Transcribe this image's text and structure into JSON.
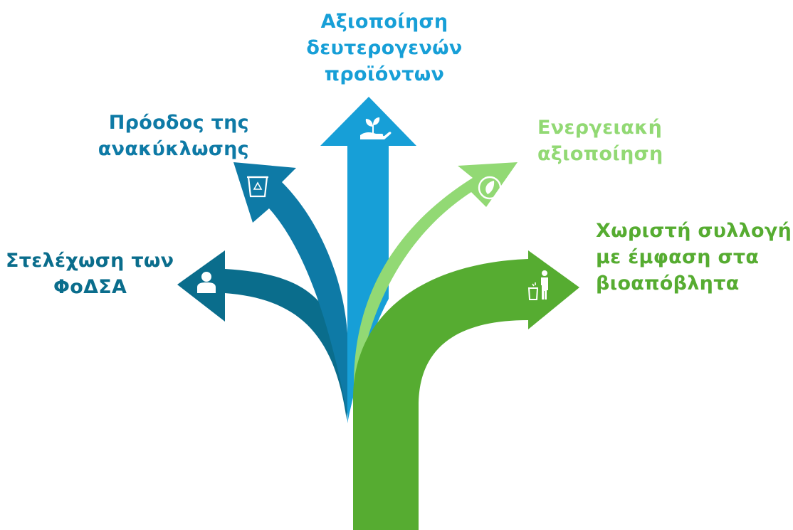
{
  "colors": {
    "left": "#0a6d8c",
    "upper_left": "#0e7aa6",
    "top": "#179fd7",
    "upper_right": "#92d974",
    "right": "#56ac31"
  },
  "branches": [
    {
      "id": "left",
      "lines": [
        "Στελέχωση των",
        "ΦοΔΣΑ"
      ],
      "icon": "person-icon"
    },
    {
      "id": "upper_left",
      "lines": [
        "Πρόοδος της",
        "ανακύκλωσης"
      ],
      "icon": "recycle-bin-icon"
    },
    {
      "id": "top",
      "lines": [
        "Αξιοποίηση",
        "δευτερογενών",
        "προϊόντων"
      ],
      "icon": "plant-in-hand-icon"
    },
    {
      "id": "upper_right",
      "lines": [
        "Ενεργειακή",
        "αξιοποίηση"
      ],
      "icon": "eco-energy-plug-icon"
    },
    {
      "id": "right",
      "lines": [
        "Χωριστή συλλογή",
        "με έμφαση στα",
        "βιοαπόβλητα"
      ],
      "icon": "person-trash-bin-icon"
    }
  ]
}
